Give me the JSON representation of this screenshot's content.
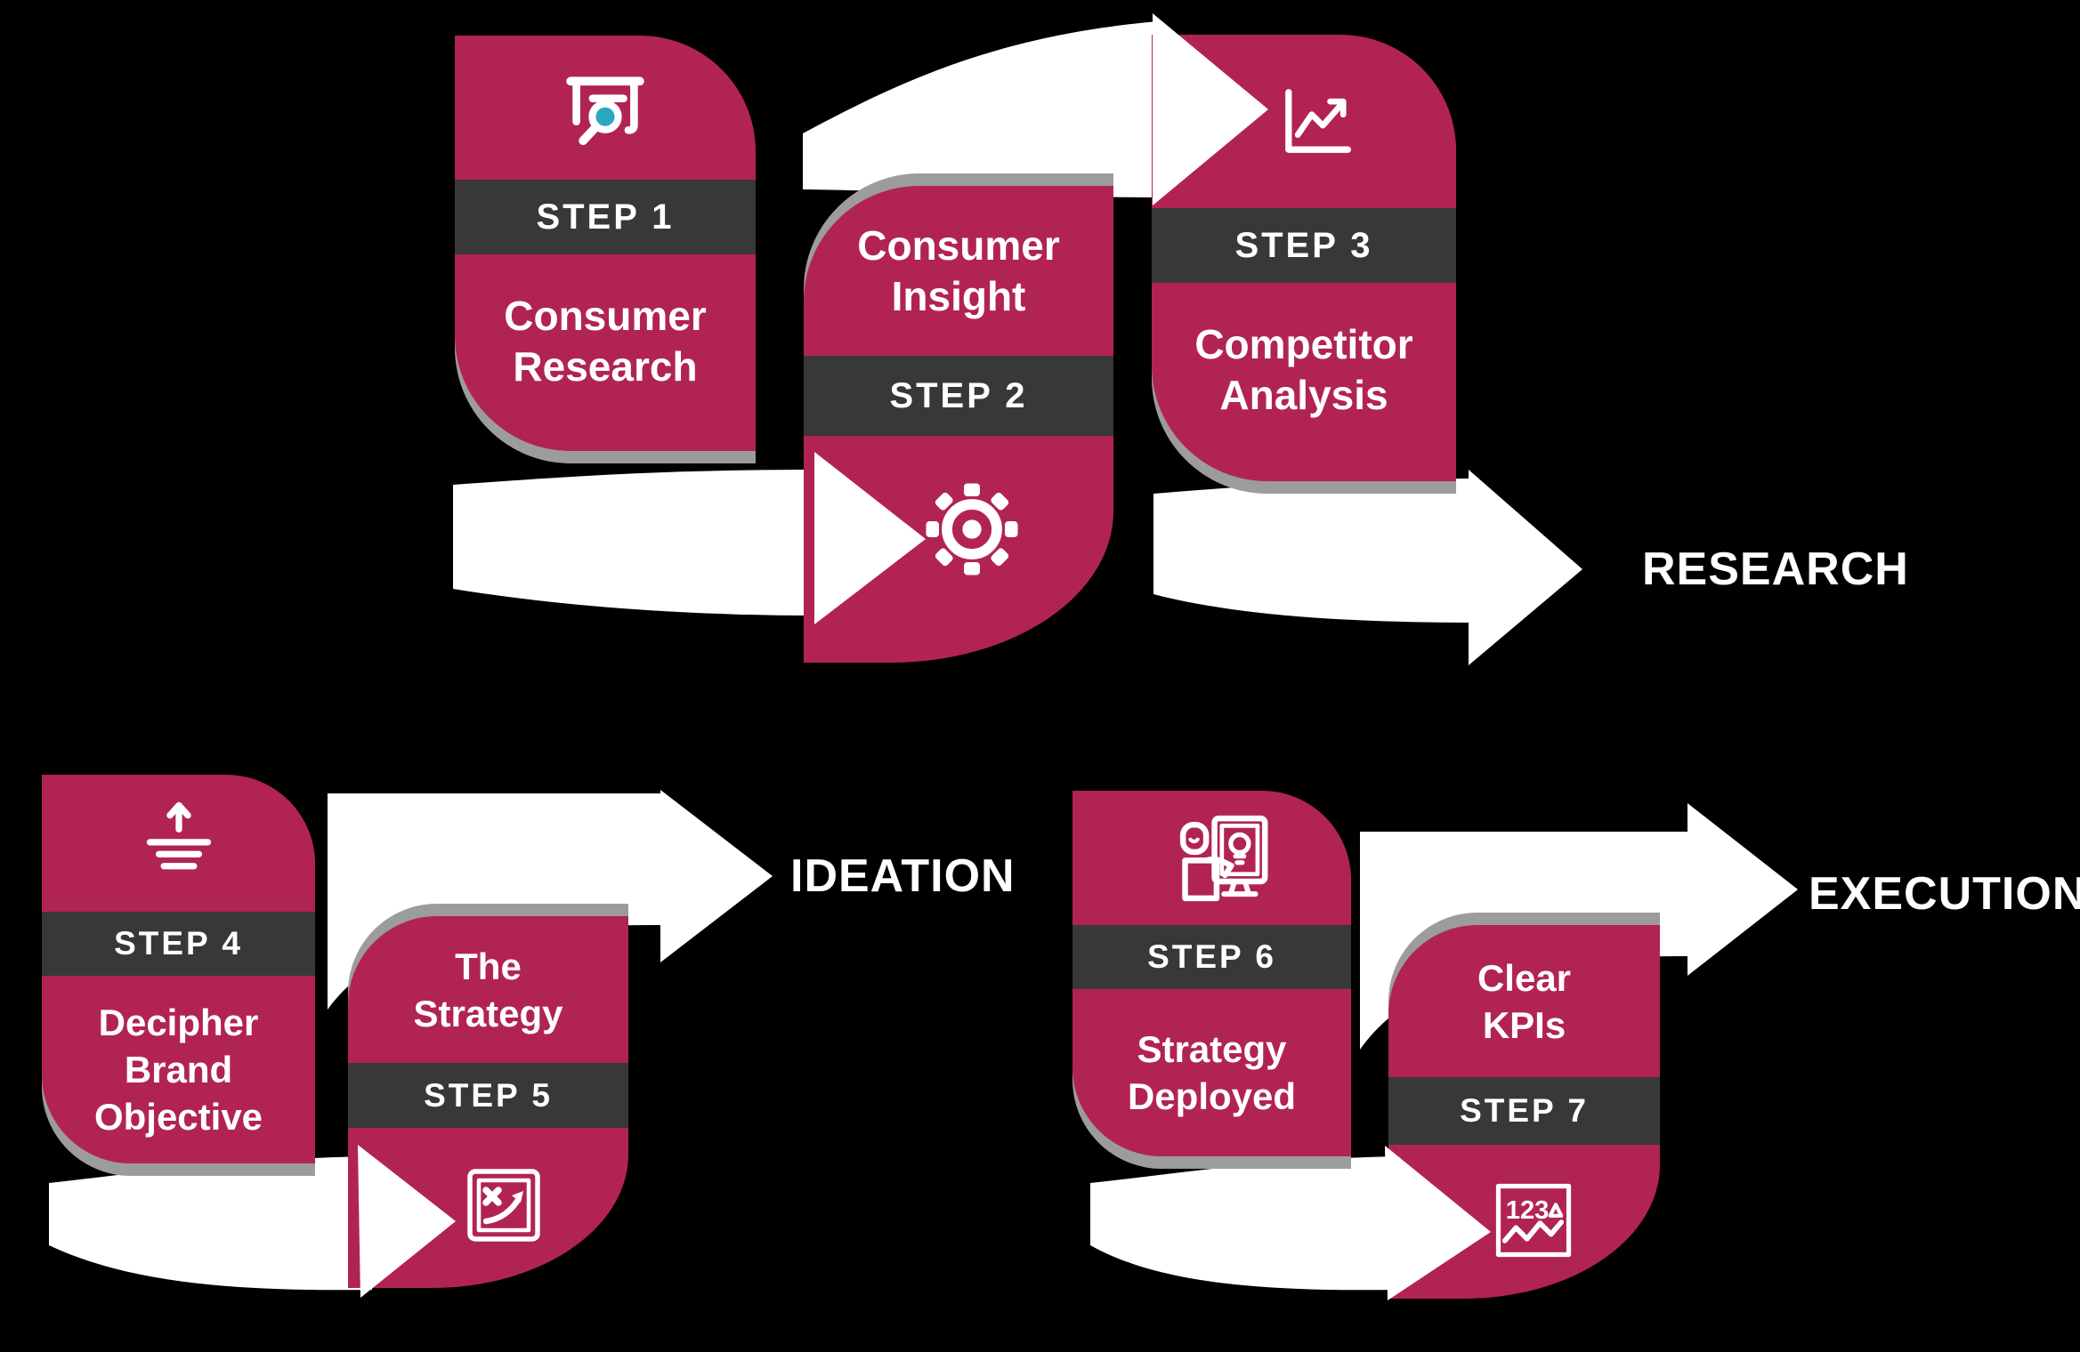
{
  "colors": {
    "background": "#000000",
    "card_crimson": "#B12452",
    "step_band": "#383838",
    "shadow_gray": "#9C9C9C",
    "arrow_white": "#FFFFFF",
    "accent_teal": "#2BA7BF"
  },
  "steps": [
    {
      "step": "STEP 1",
      "title": "Consumer Research",
      "lines": [
        "Consumer",
        "Research"
      ],
      "icon": "consumer-research-icon"
    },
    {
      "step": "STEP 2",
      "title": "Consumer Insight",
      "lines": [
        "Consumer",
        "Insight"
      ],
      "icon": "gear-icon"
    },
    {
      "step": "STEP 3",
      "title": "Competitor Analysis",
      "lines": [
        "Competitor",
        "Analysis"
      ],
      "icon": "growth-chart-icon"
    },
    {
      "step": "STEP 4",
      "title": "Decipher Brand Objective",
      "lines": [
        "Decipher",
        "Brand",
        "Objective"
      ],
      "icon": "brand-objective-icon"
    },
    {
      "step": "STEP 5",
      "title": "The Strategy",
      "lines": [
        "The",
        "Strategy"
      ],
      "icon": "strategy-icon"
    },
    {
      "step": "STEP 6",
      "title": "Strategy Deployed",
      "lines": [
        "Strategy",
        "Deployed"
      ],
      "icon": "strategy-deployed-icon"
    },
    {
      "step": "STEP 7",
      "title": "Clear KPIs",
      "lines": [
        "Clear",
        "KPIs"
      ],
      "icon": "kpi-chart-icon"
    }
  ],
  "phases": [
    {
      "label": "RESEARCH"
    },
    {
      "label": "IDEATION"
    },
    {
      "label": "EXECUTION"
    }
  ],
  "kpi_icon_text": "123"
}
